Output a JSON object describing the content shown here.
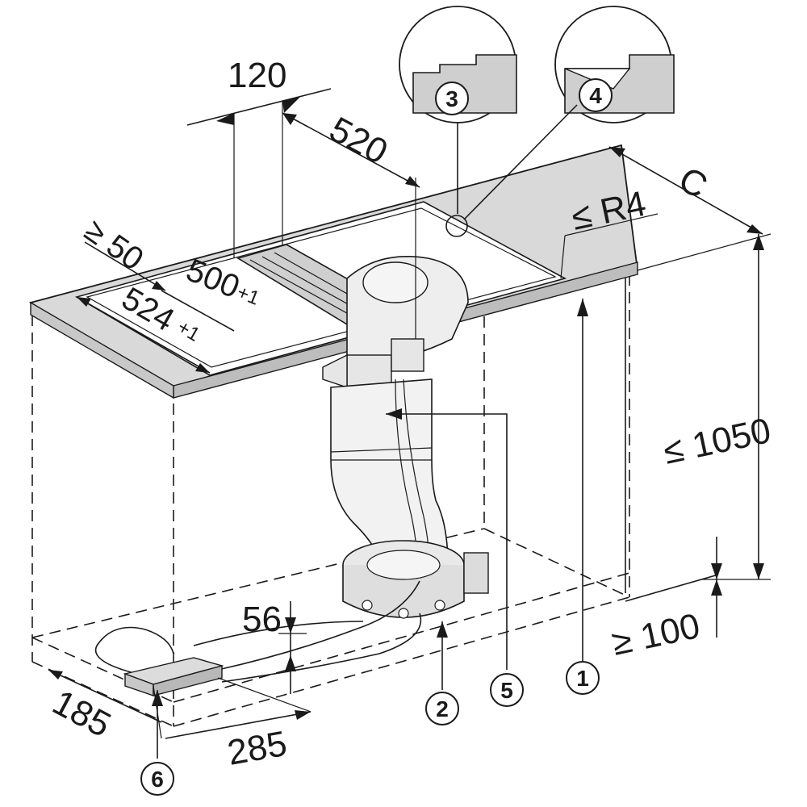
{
  "dimensions": {
    "d120": "120",
    "d520": "520",
    "c": "C",
    "r4": "≤ R4",
    "ge50": "≥ 50",
    "d500": "500",
    "d500_tol": "+1",
    "d524": "524",
    "d524_tol": "+1",
    "le1050": "≤ 1050",
    "ge100": "≥ 100",
    "d56": "56",
    "d185": "185",
    "d285": "285"
  },
  "callouts": [
    {
      "label": "1"
    },
    {
      "label": "2"
    },
    {
      "label": "3"
    },
    {
      "label": "4"
    },
    {
      "label": "5"
    },
    {
      "label": "6"
    }
  ],
  "colors": {
    "countertop": "#d9d9d9",
    "motor_unit": "#e8e8e8",
    "duct": "#f0f0f0",
    "line": "#1a1a1a"
  }
}
